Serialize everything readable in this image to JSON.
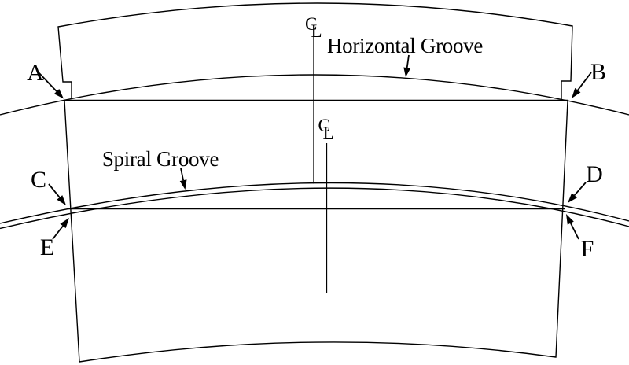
{
  "diagram": {
    "type": "engineering-line-drawing",
    "background_color": "#ffffff",
    "line_color": "#000000",
    "annotations": {
      "horizontal_groove_label": "Horizontal Groove",
      "spiral_groove_label": "Spiral Groove",
      "centerline_top": {
        "c": "C",
        "l": "L"
      },
      "centerline_mid": {
        "c": "C",
        "l": "L"
      },
      "points": {
        "a": "A",
        "b": "B",
        "c": "C",
        "d": "D",
        "e": "E",
        "f": "F"
      }
    }
  }
}
